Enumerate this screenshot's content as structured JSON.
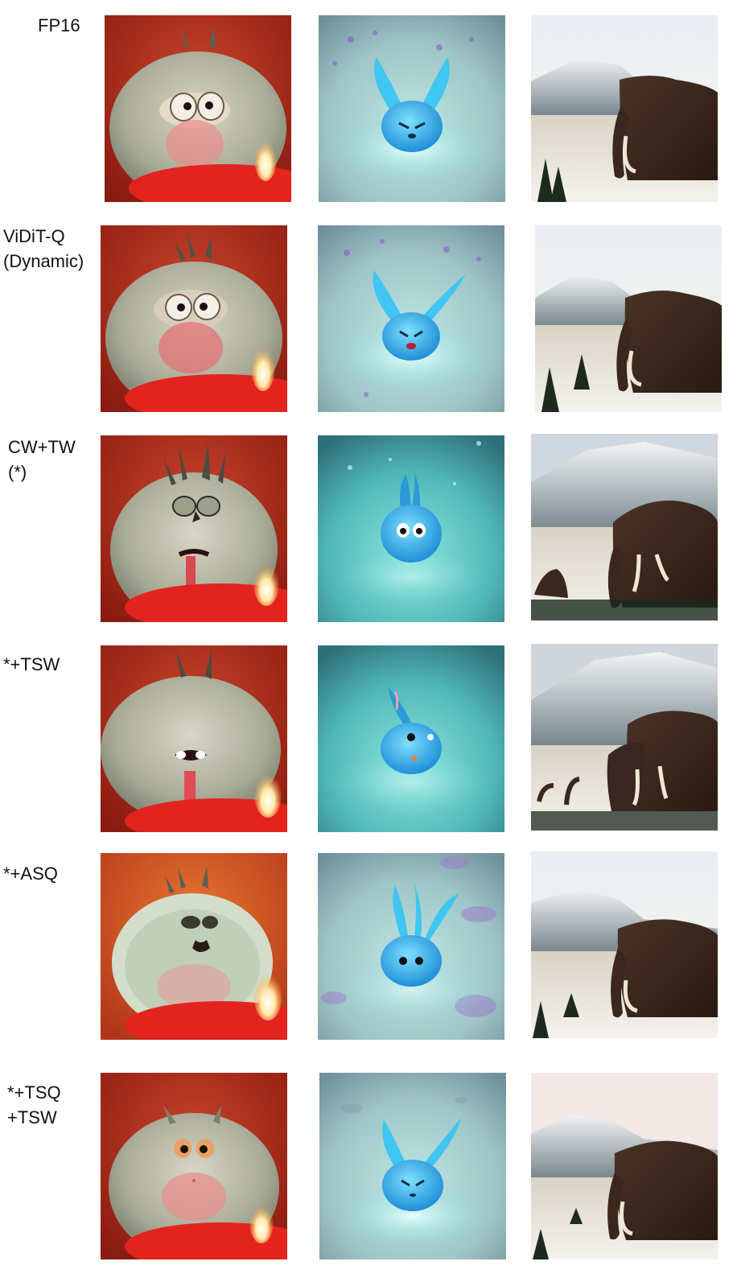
{
  "figure": {
    "rows": [
      {
        "label": "FP16"
      },
      {
        "label": "ViDiT-Q\n(Dynamic)"
      },
      {
        "label": "CW+TW\n(*)"
      },
      {
        "label": "*+TSW"
      },
      {
        "label": "*+ASQ"
      },
      {
        "label": "*+TSQ\n+TSW"
      }
    ],
    "columns": [
      {
        "subject": "fluffy-monster-with-candle"
      },
      {
        "subject": "blue-fluffy-bunny"
      },
      {
        "subject": "woolly-mammoth-in-snow"
      }
    ]
  }
}
